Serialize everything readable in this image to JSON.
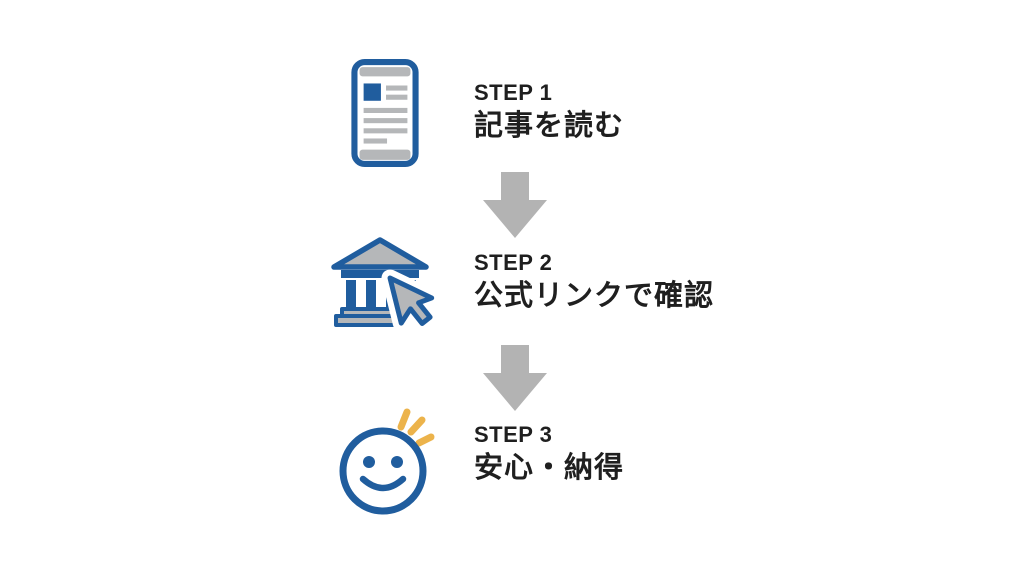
{
  "page": {
    "background": "#ffffff"
  },
  "colors": {
    "background": "#ffffff",
    "blue": "#205d9e",
    "gray": "#b5b7b9",
    "arrow_gray": "#b3b3b3",
    "amber": "#ecb34b",
    "text": "#1f1f1f"
  },
  "steps": [
    {
      "label": "STEP 1",
      "title": "記事を読む",
      "icon": "smartphone-article-icon"
    },
    {
      "label": "STEP 2",
      "title": "公式リンクで確認",
      "icon": "bank-building-cursor-icon"
    },
    {
      "label": "STEP 3",
      "title": "安心・納得",
      "icon": "smiley-sparkle-icon"
    }
  ],
  "arrows": [
    {
      "name": "arrow-step1-to-step2",
      "direction": "down"
    },
    {
      "name": "arrow-step2-to-step3",
      "direction": "down"
    }
  ]
}
